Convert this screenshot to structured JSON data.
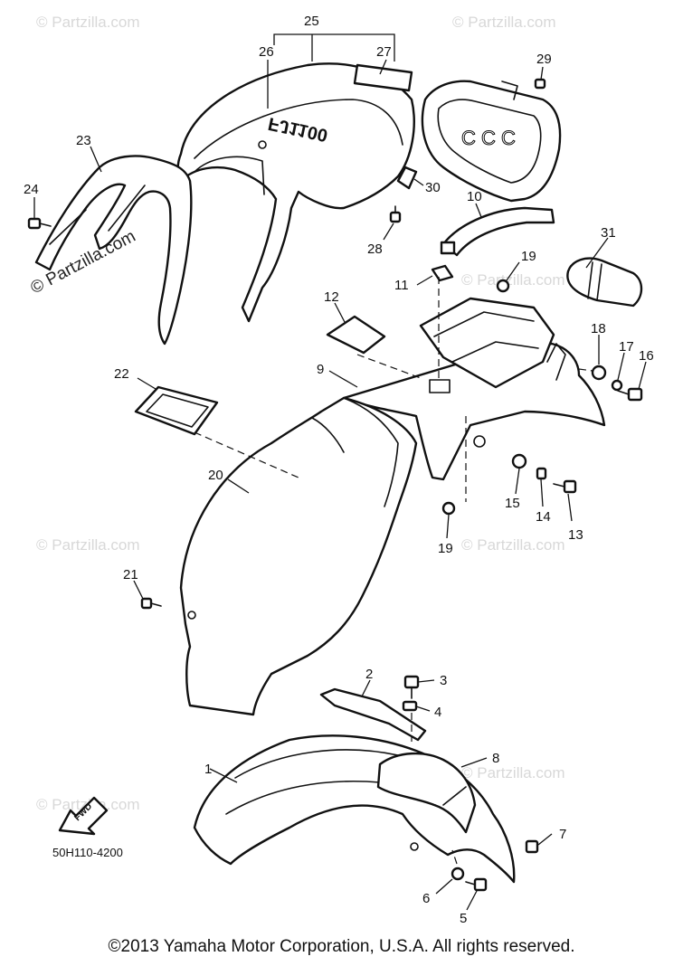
{
  "diagram_code": "50H110-4200",
  "copyright": "©2013  Yamaha Motor Corporation, U.S.A. All rights reserved.",
  "watermark": "© Partzilla.com",
  "seat_marking": "FJ1100",
  "fwd_label": "FWD",
  "callouts": [
    "1",
    "2",
    "3",
    "4",
    "5",
    "6",
    "7",
    "8",
    "9",
    "10",
    "11",
    "12",
    "13",
    "14",
    "15",
    "16",
    "17",
    "18",
    "19",
    "19",
    "20",
    "21",
    "22",
    "23",
    "24",
    "25",
    "26",
    "27",
    "28",
    "29",
    "30",
    "31"
  ]
}
